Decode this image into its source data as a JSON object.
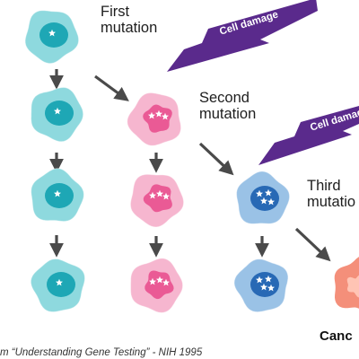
{
  "labels": {
    "first": [
      "First",
      "mutation"
    ],
    "second": [
      "Second",
      "mutation"
    ],
    "third": [
      "Third",
      "mutatio"
    ],
    "cancer": "Canc"
  },
  "bolts": [
    {
      "text": "Cell damage"
    },
    {
      "text": "Cell damag"
    }
  ],
  "caption": "m “Understanding Gene Testing” - NIH 1995",
  "colors": {
    "normal_cell": "#8ed9de",
    "normal_nucleus": "#1ea7b5",
    "mut2_cell": "#f6b6cf",
    "mut2_nucleus": "#ea5a95",
    "mut3_cell": "#9ac2e6",
    "mut3_nucleus": "#2869b5",
    "cancer_cell": "#f48f7a",
    "bolt": "#5a2a8c",
    "arrow": "#4a4a4a"
  }
}
